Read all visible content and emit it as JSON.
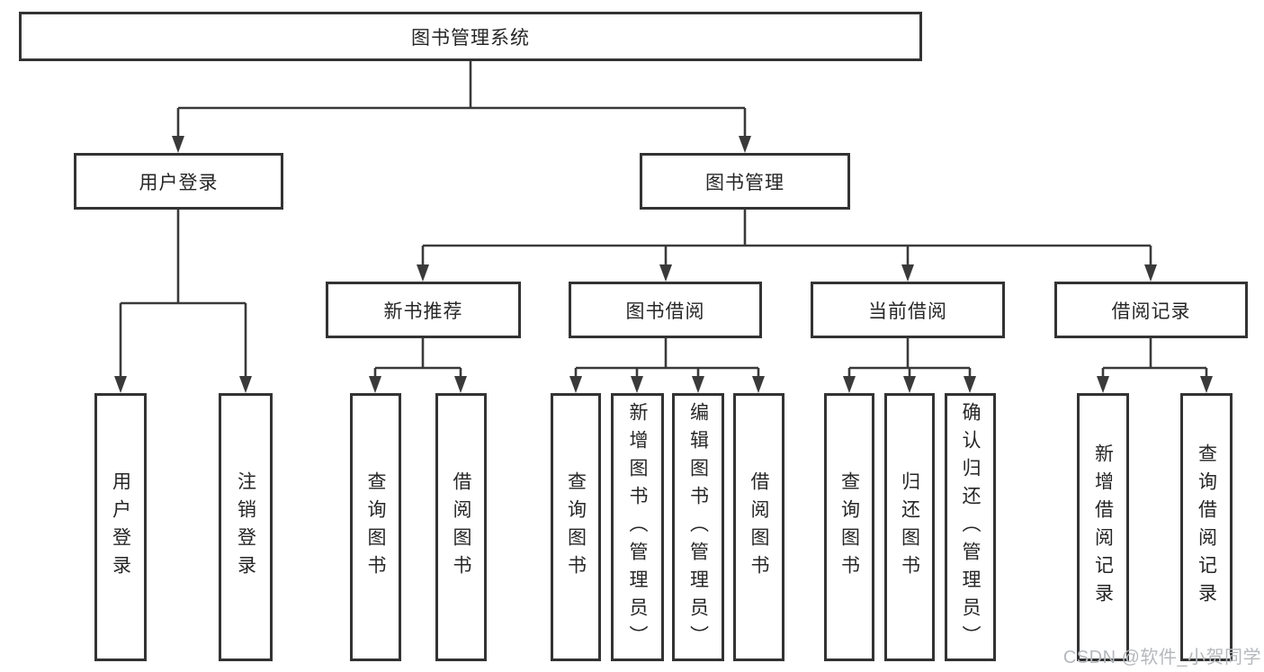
{
  "tree": {
    "root": {
      "label": "图书管理系统"
    },
    "branches": [
      {
        "label": "用户登录",
        "children": [
          {
            "label": "用户登录"
          },
          {
            "label": "注销登录"
          }
        ]
      },
      {
        "label": "图书管理",
        "children": [
          {
            "label": "新书推荐",
            "children": [
              {
                "label": "查询图书"
              },
              {
                "label": "借阅图书"
              }
            ]
          },
          {
            "label": "图书借阅",
            "children": [
              {
                "label": "查询图书"
              },
              {
                "label": "新增图书（管理员）"
              },
              {
                "label": "编辑图书（管理员）"
              },
              {
                "label": "借阅图书"
              }
            ]
          },
          {
            "label": "当前借阅",
            "children": [
              {
                "label": "查询图书"
              },
              {
                "label": "归还图书"
              },
              {
                "label": "确认归还（管理员）"
              }
            ]
          },
          {
            "label": "借阅记录",
            "children": [
              {
                "label": "新增借阅记录"
              },
              {
                "label": "查询借阅记录"
              }
            ]
          }
        ]
      }
    ]
  },
  "watermark": "CSDN @软件_小贺同学",
  "colors": {
    "line": "#3a3a3a",
    "border": "#333333",
    "text": "#262626",
    "background": "#ffffff",
    "watermark": "#b5b8bc"
  }
}
